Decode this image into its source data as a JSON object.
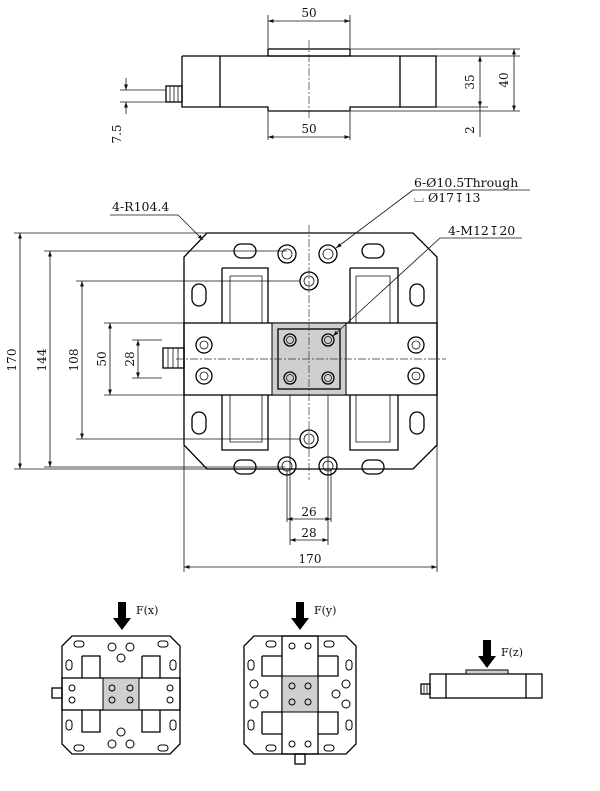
{
  "top_view": {
    "dim_top": "50",
    "dim_bottom": "50",
    "dim_35": "35",
    "dim_40": "40",
    "dim_2": "2",
    "dim_7_5": "7.5"
  },
  "plan_view": {
    "radius_note": "4-R104.4",
    "hole_note_line1": "6-Ø10.5Through",
    "hole_note_line2": "⌴ Ø17↧13",
    "thread_note": "4-M12↧20",
    "dim_170_left": "170",
    "dim_144": "144",
    "dim_108": "108",
    "dim_50": "50",
    "dim_28_left": "28",
    "dim_26": "26",
    "dim_28_bottom": "28",
    "dim_170_bottom": "170"
  },
  "load_cases": {
    "fx": "F(x)",
    "fy": "F(y)",
    "fz": "F(z)"
  }
}
